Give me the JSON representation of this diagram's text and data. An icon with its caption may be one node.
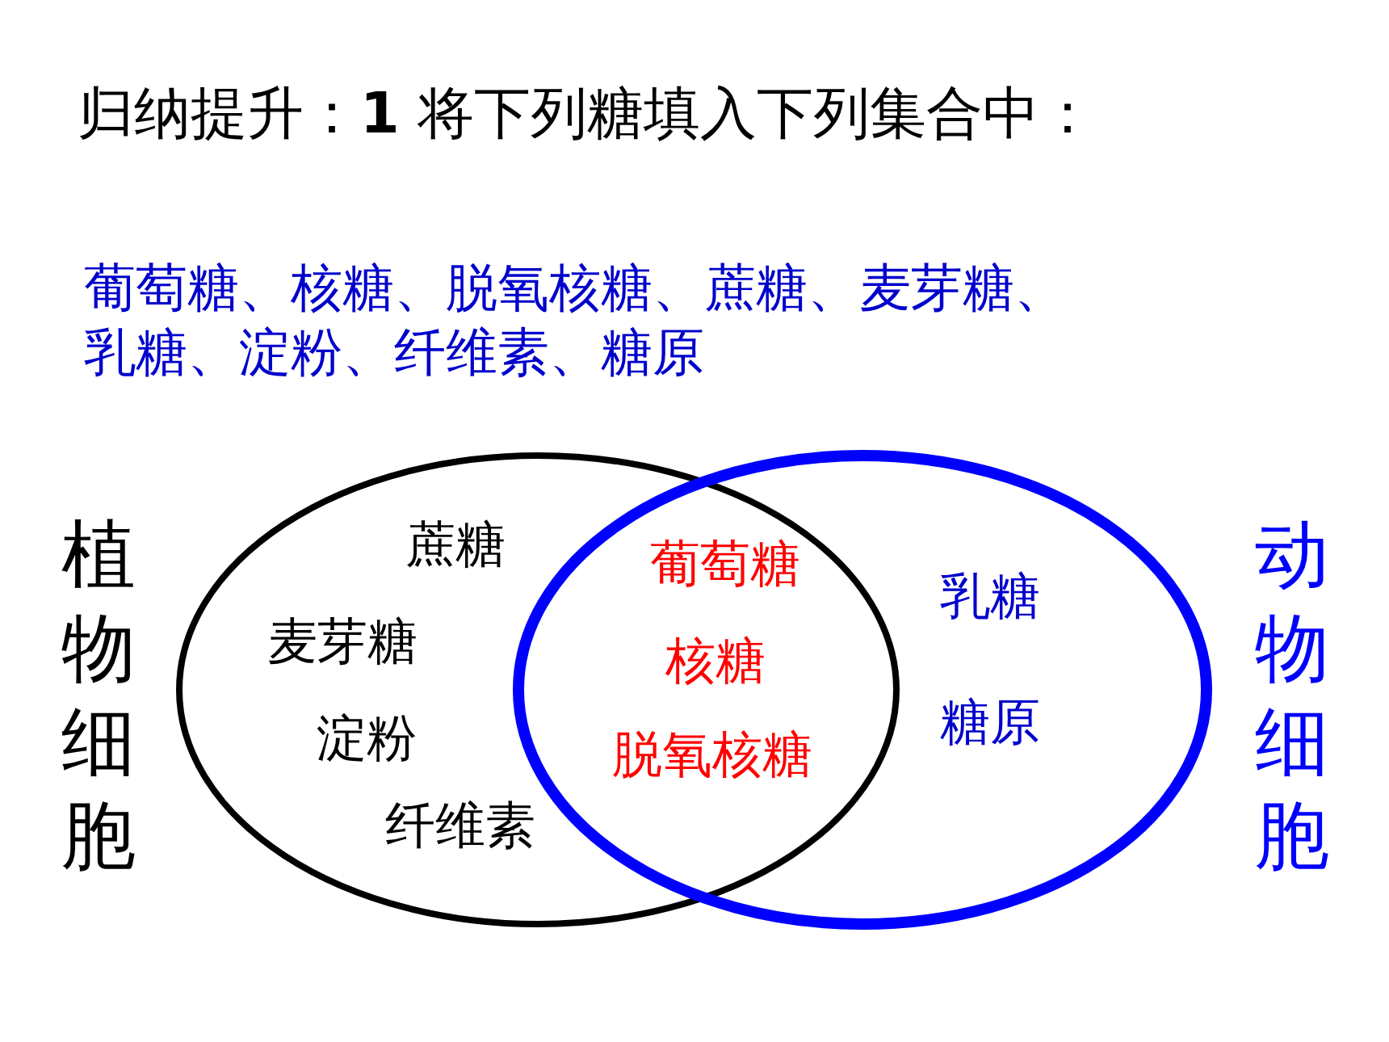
{
  "diagram": {
    "title": "归纳提升：**1** 将下列糖填入下列集合中：",
    "nodes": [
      {
        "text": [
          "植物细胞"
        ]
      },
      {
        "text": [
          "动物细胞"
        ]
      }
    ],
    "edges": [],
    "labels": [
      "葡萄糖、核糖、脱氧核糖、蔗糖、麦芽糖、乳糖、淀粉、纤维素、糖原",
      "蔗糖",
      "麦芽糖",
      "淀粉",
      "纤维素",
      "葡萄糖",
      "核糖",
      "脱氧核糖",
      "乳糖",
      "糖原"
    ]
  }
}
